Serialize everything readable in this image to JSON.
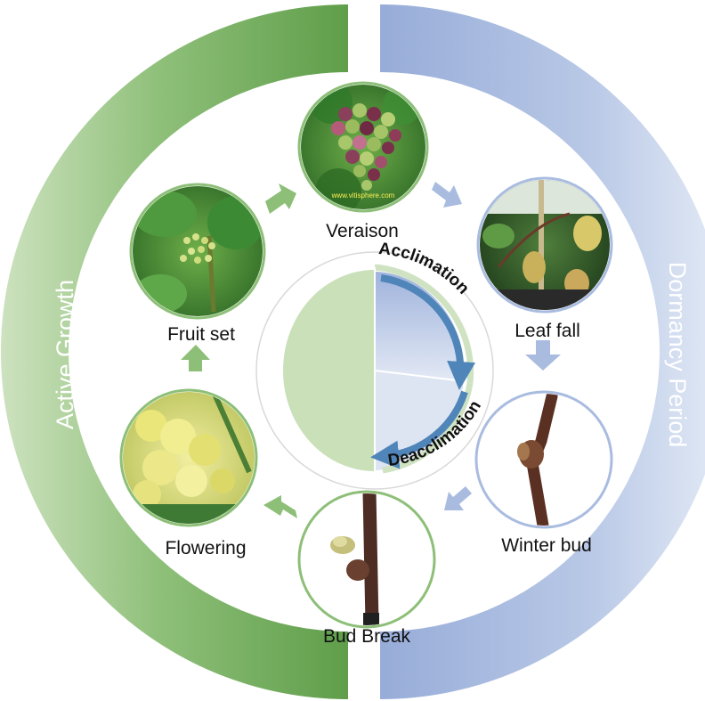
{
  "rings": {
    "left_label": "Active Growth",
    "right_label": "Dormancy Period"
  },
  "center": {
    "top_curve_label": "Acclimation",
    "bottom_curve_label": "Deacclimation"
  },
  "stages": [
    {
      "id": "veraison",
      "label": "Veraison",
      "watermark": "www.vitisphere.com"
    },
    {
      "id": "leaf-fall",
      "label": "Leaf fall"
    },
    {
      "id": "winter-bud",
      "label": "Winter bud"
    },
    {
      "id": "bud-break",
      "label": "Bud Break"
    },
    {
      "id": "flowering",
      "label": "Flowering"
    },
    {
      "id": "fruit-set",
      "label": "Fruit set"
    }
  ],
  "colors": {
    "green": "#86b96e",
    "green_light": "#cfe3c2",
    "blue": "#9fb3dc",
    "blue_light": "#dde5f4",
    "curve_arrow": "#4f85b9"
  }
}
